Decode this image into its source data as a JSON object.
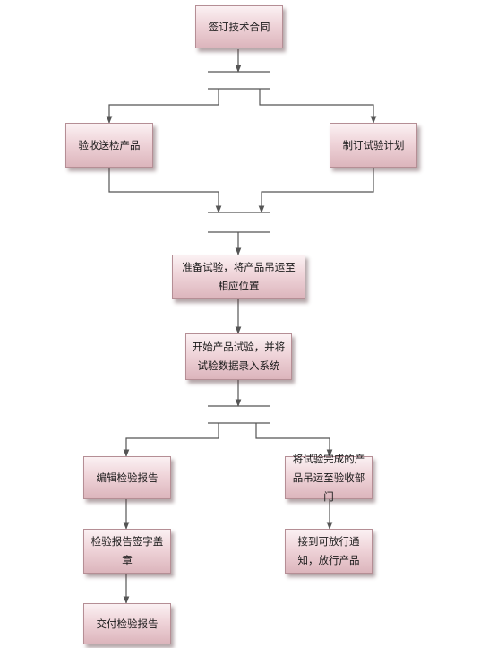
{
  "colors": {
    "line": "#555555",
    "node_border": "#b58e95",
    "node_fill_top": "#fbf1f3",
    "node_fill_bottom": "#dcb5bc"
  },
  "nodes": {
    "sign_contract": "签订技术合同",
    "receive_product": "验收送检产品",
    "make_plan": "制订试验计划",
    "prepare_test": "准备试验，将产品吊运至相应位置",
    "start_test": "开始产品试验，并将试验数据录入系统",
    "edit_report": "编辑检验报告",
    "sign_report": "检验报告签字盖章",
    "deliver_report": "交付检验报告",
    "move_product": "将试验完成的产品吊运至验收部门",
    "release_product": "接到可放行通知，放行产品"
  }
}
